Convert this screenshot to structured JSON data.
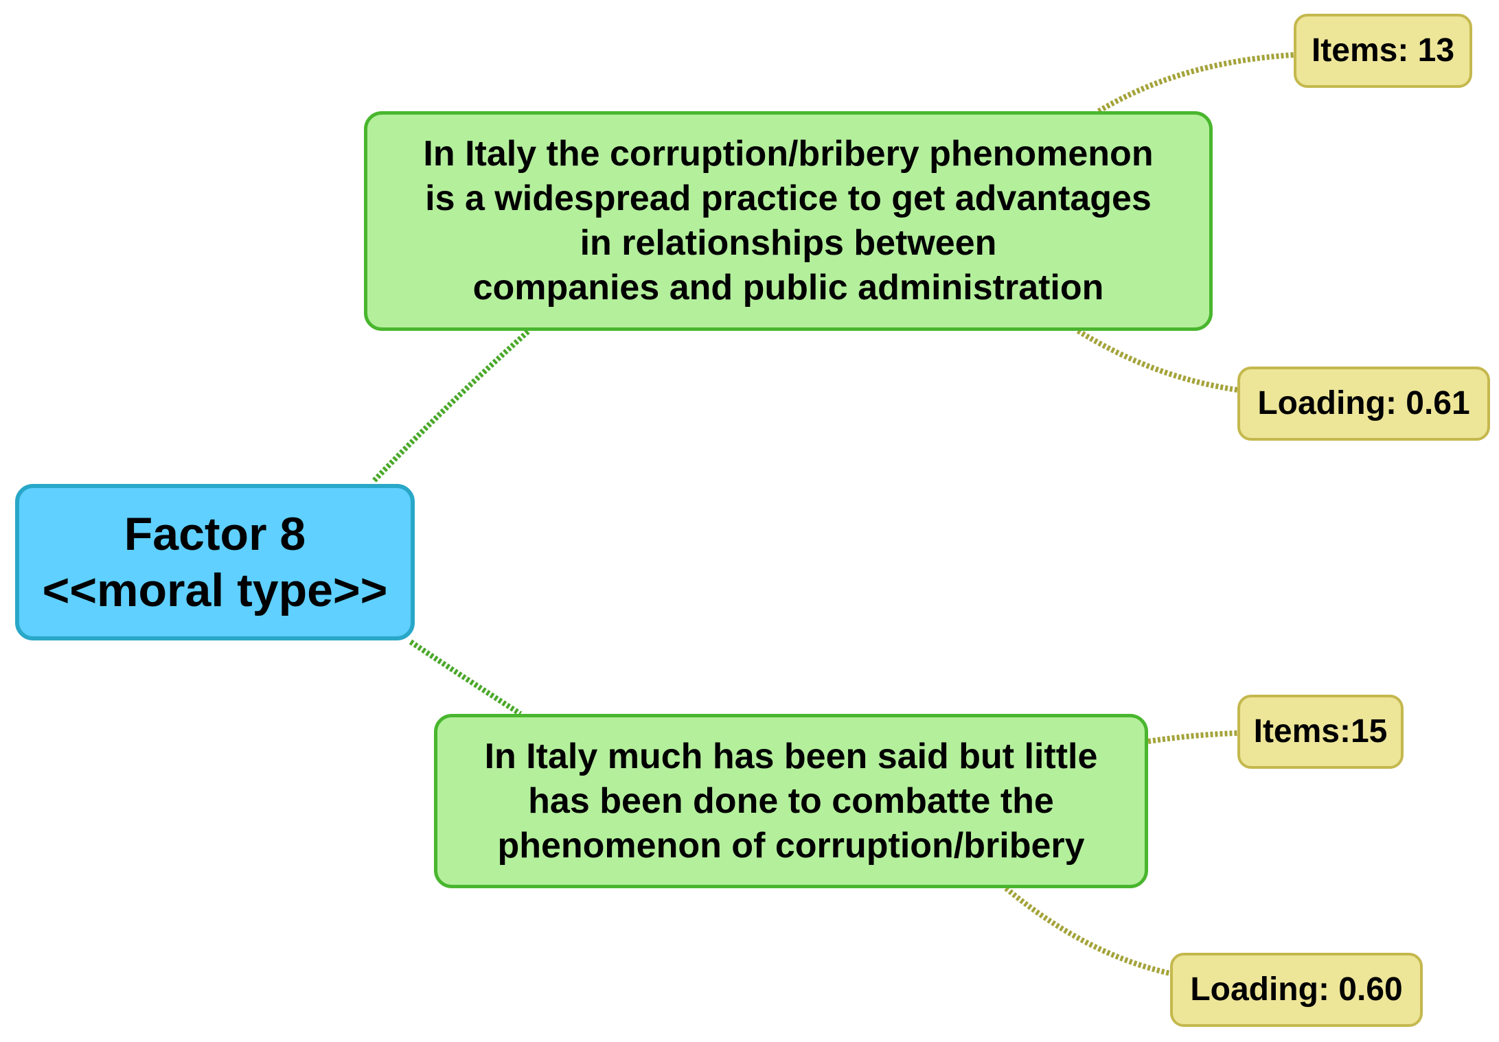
{
  "root": {
    "title": "Factor 8",
    "subtitle": "<<moral type>>"
  },
  "statements": [
    {
      "text": "In Italy the corruption/bribery phenomenon\nis a widespread practice to get advantages\nin relationships between\ncompanies and public administration",
      "items_label": "Items: 13",
      "loading_label": "Loading: 0.61"
    },
    {
      "text": "In Italy much has been said but little\nhas been done to combatte the\nphenomenon of corruption/bribery",
      "items_label": "Items:15",
      "loading_label": "Loading: 0.60"
    }
  ],
  "colors": {
    "root_fill": "#5fd0ff",
    "root_border": "#29a7c8",
    "statement_fill": "#b4ef9c",
    "statement_border": "#49b62e",
    "tag_fill": "#ede598",
    "tag_border": "#c4b84e",
    "connector_green": "#4aa82a",
    "connector_olive": "#a4a33a"
  }
}
